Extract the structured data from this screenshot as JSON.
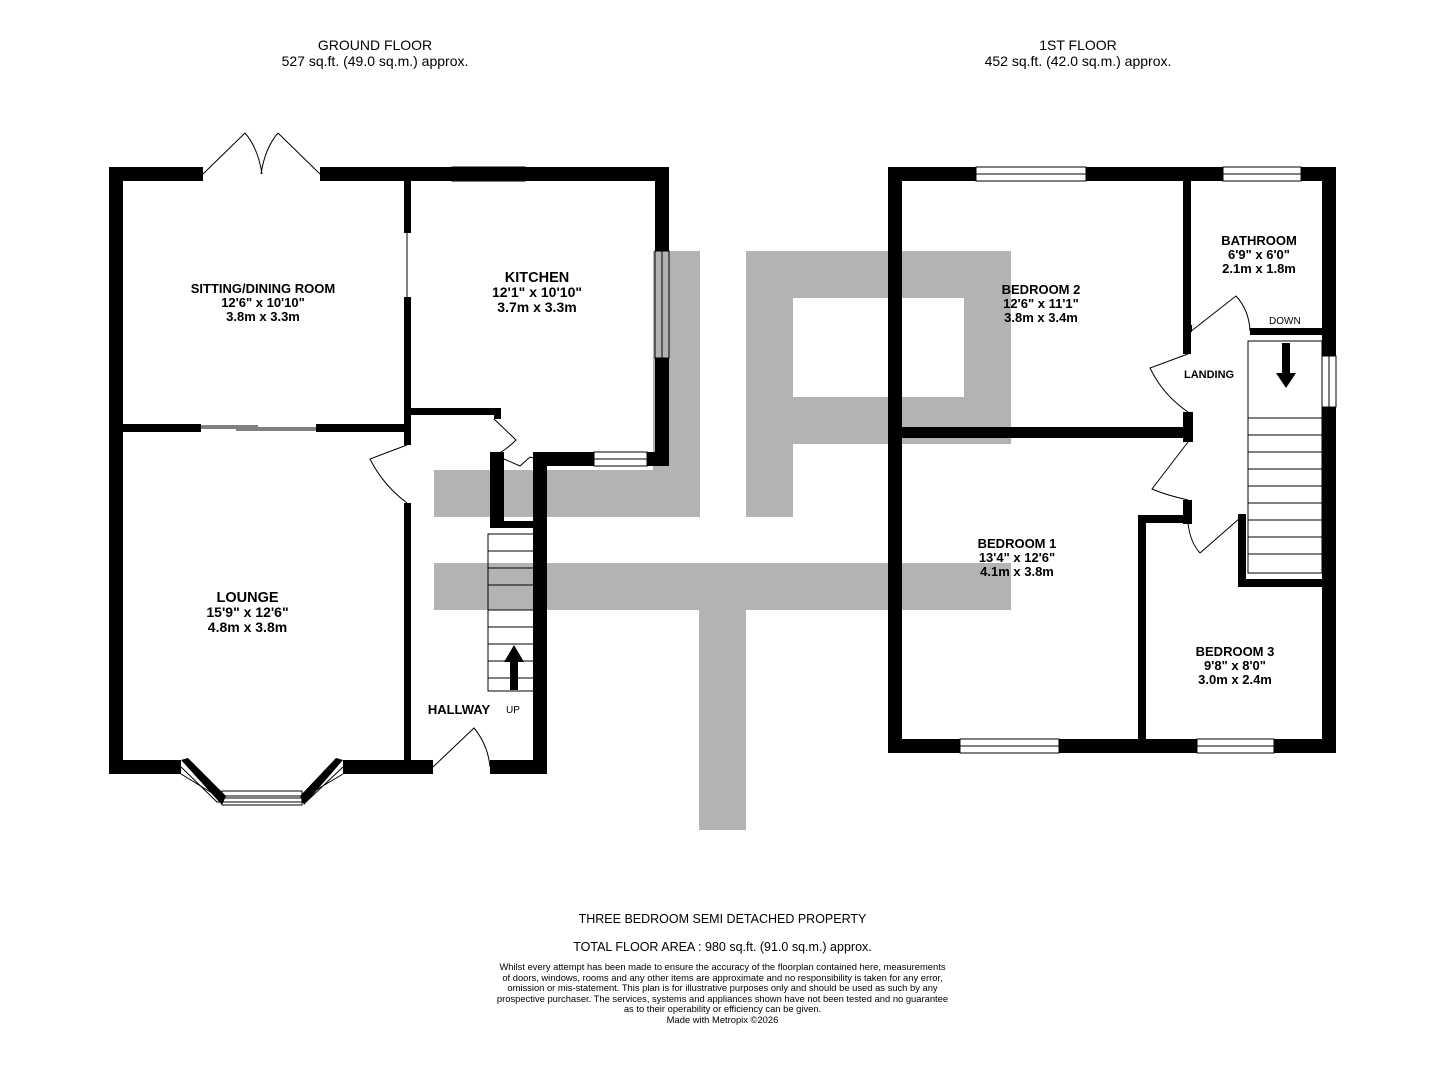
{
  "floors": [
    {
      "title": "GROUND FLOOR",
      "area": "527 sq.ft. (49.0 sq.m.) approx."
    },
    {
      "title": "1ST FLOOR",
      "area": "452 sq.ft. (42.0 sq.m.) approx."
    }
  ],
  "rooms": {
    "sitting": {
      "name": "SITTING/DINING ROOM",
      "imperial": "12'6\"  x 10'10\"",
      "metric": "3.8m  x 3.3m"
    },
    "kitchen": {
      "name": "KITCHEN",
      "imperial": "12'1\"  x 10'10\"",
      "metric": "3.7m  x 3.3m"
    },
    "lounge": {
      "name": "LOUNGE",
      "imperial": "15'9\"  x 12'6\"",
      "metric": "4.8m  x 3.8m"
    },
    "hallway": {
      "name": "HALLWAY",
      "stair_dir": "UP"
    },
    "bedroom2": {
      "name": "BEDROOM 2",
      "imperial": "12'6\"  x 11'1\"",
      "metric": "3.8m  x 3.4m"
    },
    "bathroom": {
      "name": "BATHROOM",
      "imperial": "6'9\"  x 6'0\"",
      "metric": "2.1m  x 1.8m"
    },
    "landing": {
      "name": "LANDING",
      "stair_dir": "DOWN"
    },
    "bedroom1": {
      "name": "BEDROOM 1",
      "imperial": "13'4\"  x 12'6\"",
      "metric": "4.1m  x 3.8m"
    },
    "bedroom3": {
      "name": "BEDROOM 3",
      "imperial": "9'8\"  x 8'0\"",
      "metric": "3.0m  x 2.4m"
    }
  },
  "footer": {
    "property": "THREE BEDROOM SEMI DETACHED PROPERTY",
    "total_area": "TOTAL FLOOR AREA : 980 sq.ft. (91.0 sq.m.) approx.",
    "disclaimer": [
      "Whilst every attempt has been made to ensure the accuracy of the floorplan contained here, measurements",
      "of doors, windows, rooms and any other items are approximate and no responsibility is taken for any error,",
      "omission or mis-statement. This plan is for illustrative purposes only and should be used as such by any",
      "prospective purchaser. The services, systems and appliances shown have not been tested and no guarantee",
      "as to their operability or efficiency can be given.",
      "Made with Metropix ©2026"
    ]
  },
  "colors": {
    "wall": "#000000",
    "watermark": "#b3b3b3",
    "background": "#ffffff"
  }
}
